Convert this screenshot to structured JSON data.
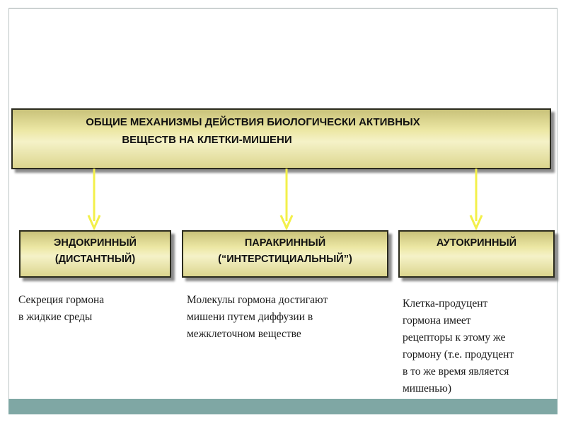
{
  "diagram": {
    "title_lines": [
      "ОБЩИЕ  МЕХАНИЗМЫ  ДЕЙСТВИЯ  БИОЛОГИЧЕСКИ АКТИВНЫХ",
      "ВЕЩЕСТВ   НА  КЛЕТКИ-МИШЕНИ"
    ],
    "categories": [
      {
        "title_lines": [
          "ЭНДОКРИННЫЙ",
          "(ДИСТАНТНЫЙ)"
        ],
        "description_lines": [
          "Секреция гормона",
          "в жидкие среды"
        ]
      },
      {
        "title_lines": [
          "ПАРАКРИННЫЙ",
          "(“ИНТЕРСТИЦИАЛЬНЫЙ”)"
        ],
        "description_lines": [
          "Молекулы гормона достигают",
          "мишени путем диффузии в",
          "межклеточном веществе"
        ]
      },
      {
        "title_lines": [
          "АУТОКРИННЫЙ"
        ],
        "description_lines": [
          "Клетка-продуцент",
          "гормона имеет",
          "рецепторы к этому же",
          "гормону (т.е. продуцент",
          "в то же время является",
          "мишенью)"
        ]
      }
    ],
    "colors": {
      "box_fill": "#ece7a4",
      "arrow": "#f3f04a",
      "footer_bar": "#7fa7a4"
    }
  }
}
